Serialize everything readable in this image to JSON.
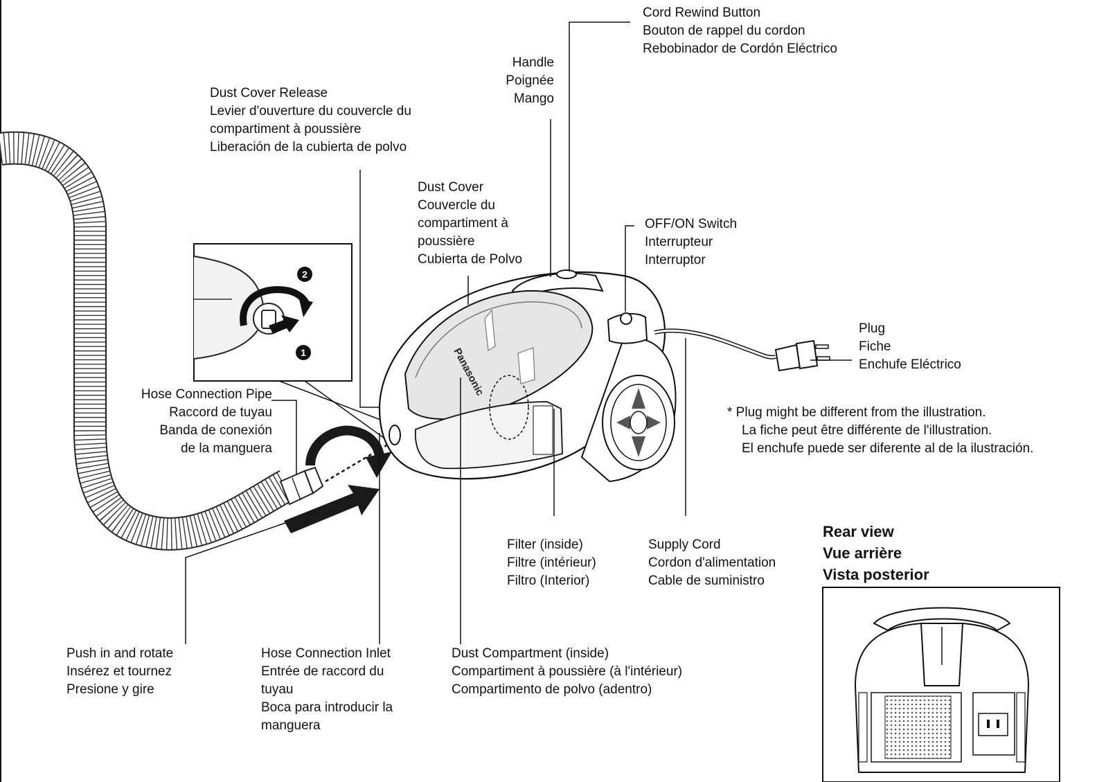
{
  "labels": {
    "cord_rewind": [
      "Cord Rewind Button",
      "Bouton de rappel du cordon",
      "Rebobinador de Cordón Eléctrico"
    ],
    "handle": [
      "Handle",
      "Poignée",
      "Mango"
    ],
    "dust_cover_release": [
      "Dust Cover Release",
      "Levier d'ouverture du couvercle du",
      "compartiment à poussière",
      "Liberación de la cubierta de polvo"
    ],
    "dust_cover": [
      "Dust Cover",
      "Couvercle du",
      "compartiment à",
      "poussière",
      "Cubierta de Polvo"
    ],
    "off_on_switch": [
      "OFF/ON Switch",
      "Interrupteur",
      "Interruptor"
    ],
    "plug": [
      "Plug",
      "Fiche",
      "Enchufe Eléctrico"
    ],
    "plug_note": [
      "*  Plug might be different from the illustration.",
      "La fiche peut être différente de l'illustration.",
      "El enchufe puede ser diferente al de la ilustración."
    ],
    "hose_pipe": [
      "Hose Connection Pipe",
      "Raccord de tuyau",
      "Banda de conexión",
      "de la manguera"
    ],
    "filter": [
      "Filter (inside)",
      "Filtre (intérieur)",
      "Filtro (Interior)"
    ],
    "supply_cord": [
      "Supply Cord",
      "Cordon d'alimentation",
      "Cable de suministro"
    ],
    "push_rotate": [
      "Push in and rotate",
      "Insérez et tournez",
      "Presione y gire"
    ],
    "hose_inlet": [
      "Hose Connection Inlet",
      "Entrée de raccord du",
      "tuyau",
      "Boca para introducir la",
      "manguera"
    ],
    "dust_compartment": [
      "Dust Compartment (inside)",
      "Compartiment à poussière (à l'intérieur)",
      "Compartimento de polvo (adentro)"
    ]
  },
  "rear_view": {
    "title": [
      "Rear view",
      "Vue arrière",
      "Vista posterior"
    ]
  },
  "brand": "Panasonic",
  "steps": [
    "2",
    "1"
  ],
  "colors": {
    "ink": "#111111",
    "shade": "#e6e6e6",
    "arrow": "#1a1a1a"
  }
}
